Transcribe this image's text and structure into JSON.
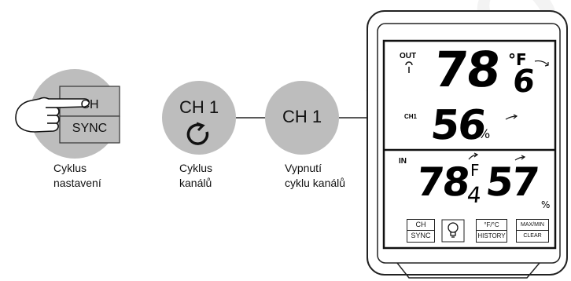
{
  "step1": {
    "button_top": "CH",
    "button_bottom": "SYNC",
    "caption_line1": "Cyklus",
    "caption_line2": "nastavení"
  },
  "step2": {
    "circle_label": "CH 1",
    "caption_line1": "Cyklus",
    "caption_line2": "kanálů",
    "icon": "cycle-arrow-icon"
  },
  "step3": {
    "circle_label": "CH 1",
    "caption_line1": "Vypnutí",
    "caption_line2": "cyklu kanálů"
  },
  "display": {
    "out_label": "OUT",
    "ch_label": "CH1",
    "out_temp_main": "78",
    "out_temp_decimal": "6",
    "temp_unit": "°F",
    "out_humidity": "56",
    "humidity_unit": "%",
    "in_label": "IN",
    "in_temp_main": "78",
    "in_temp_decimal": "4",
    "in_temp_unit": "F",
    "in_humidity": "57",
    "in_humidity_unit": "%",
    "buttons": [
      {
        "top": "CH",
        "bottom": "SYNC"
      },
      {
        "icon": "lightbulb-icon"
      },
      {
        "top": "°F/°C",
        "bottom": "HISTORY"
      },
      {
        "top": "MAX/MIN",
        "bottom": "CLEAR"
      }
    ]
  },
  "colors": {
    "circle_gray": "#bdbdbd",
    "line": "#222222",
    "watermark": "#f2f2f2"
  }
}
